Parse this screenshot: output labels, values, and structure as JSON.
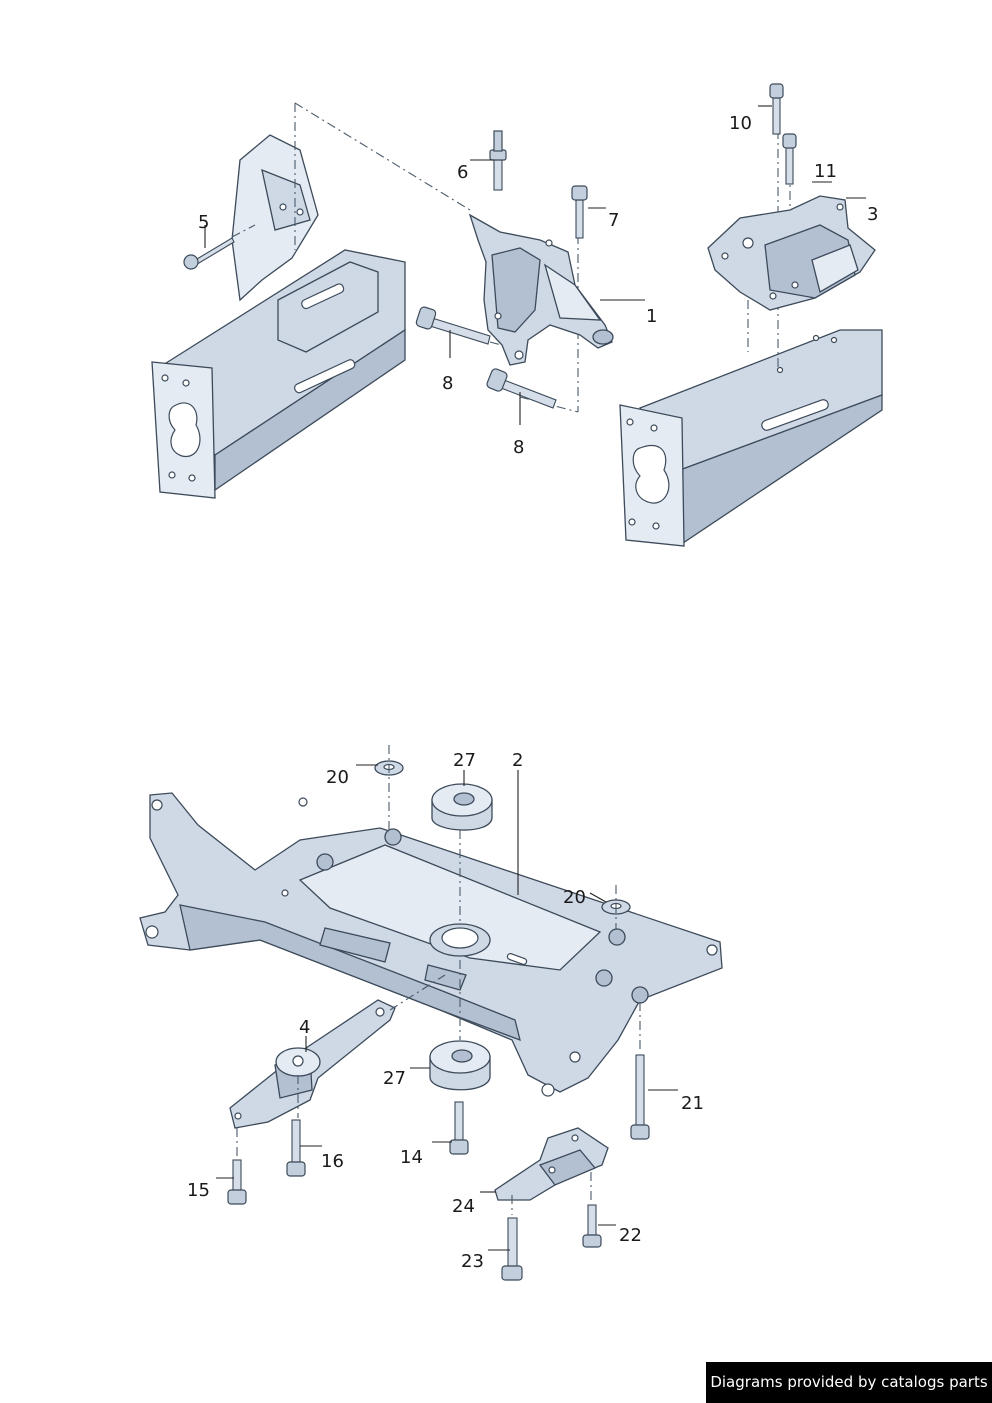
{
  "labels": {
    "p1": "1",
    "p2": "2",
    "p3": "3",
    "p4": "4",
    "p5": "5",
    "p6": "6",
    "p7": "7",
    "p8a": "8",
    "p8b": "8",
    "p10": "10",
    "p11": "11",
    "p14": "14",
    "p15": "15",
    "p16": "16",
    "p20a": "20",
    "p20b": "20",
    "p21": "21",
    "p22": "22",
    "p23": "23",
    "p24": "24",
    "p27a": "27",
    "p27b": "27"
  },
  "credit": "Diagrams provided by catalogs parts",
  "colors": {
    "metal": "#cfd9e6",
    "outline": "#3c4a5a",
    "banner_bg": "#000000",
    "banner_text": "#ffffff"
  }
}
